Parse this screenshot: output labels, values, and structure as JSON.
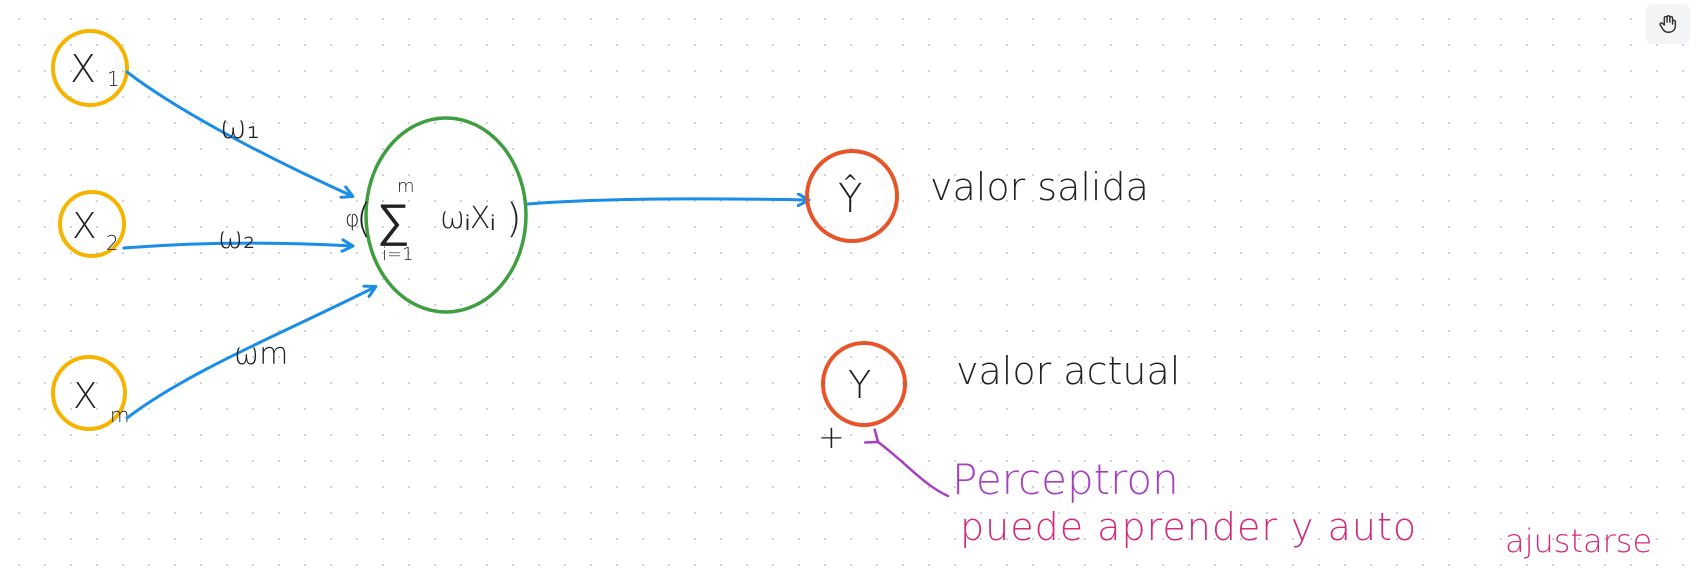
{
  "colors": {
    "input_node": "#f5b400",
    "neuron": "#3f9e3f",
    "output_node": "#e8542a",
    "arrow": "#1a8ee6",
    "ink": "#222222",
    "perceptron_purple": "#a53fbf",
    "note_magenta": "#d6287a"
  },
  "toolbar": {
    "pan_icon": "hand-icon"
  },
  "inputs": [
    {
      "symbol": "X",
      "subscript": "1"
    },
    {
      "symbol": "X",
      "subscript": "2"
    },
    {
      "symbol": "X",
      "subscript": "m"
    }
  ],
  "weights": [
    "ω₁",
    "ω₂",
    "ωm"
  ],
  "neuron": {
    "phi": "φ",
    "sum_upper": "m",
    "sigma": "∑",
    "sum_lower": "i=1",
    "term": "ωᵢXᵢ"
  },
  "outputs": {
    "predicted_symbol": "Ŷ",
    "predicted_label": "valor salida",
    "actual_symbol": "Y",
    "actual_label": "valor actual"
  },
  "notes": {
    "plus": "+",
    "perceptron": "Perceptron",
    "line1": "puede aprender y auto",
    "line2": "ajustarse"
  }
}
